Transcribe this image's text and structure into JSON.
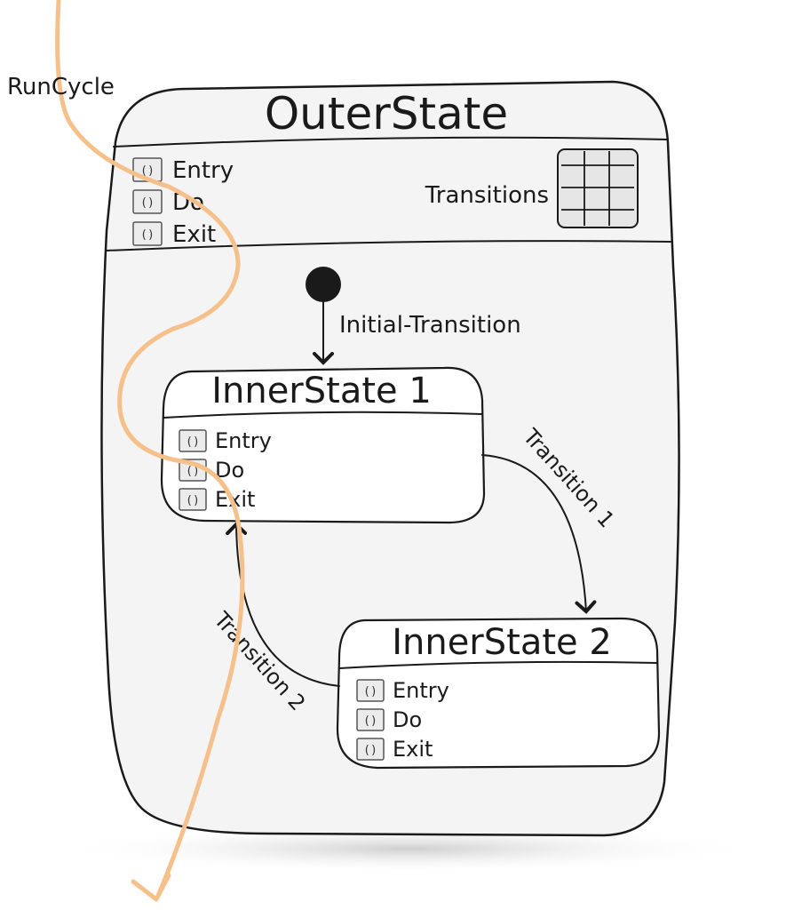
{
  "runcycle": {
    "label": "RunCycle"
  },
  "outer_state": {
    "title": "OuterState",
    "actions": [
      "Entry",
      "Do",
      "Exit"
    ],
    "transitions_label": "Transitions"
  },
  "initial_transition": {
    "label": "Initial-Transition"
  },
  "inner_state_1": {
    "title": "InnerState 1",
    "actions": [
      "Entry",
      "Do",
      "Exit"
    ]
  },
  "inner_state_2": {
    "title": "InnerState 2",
    "actions": [
      "Entry",
      "Do",
      "Exit"
    ]
  },
  "transition_1": {
    "label": "Transition 1"
  },
  "transition_2": {
    "label": "Transition 2"
  },
  "icon_glyph": "()",
  "colors": {
    "runcycle": "#f5c08a",
    "ink": "#1a1a1a",
    "box_fill": "#f4f4f4",
    "shadow": "#d9d9d9"
  }
}
